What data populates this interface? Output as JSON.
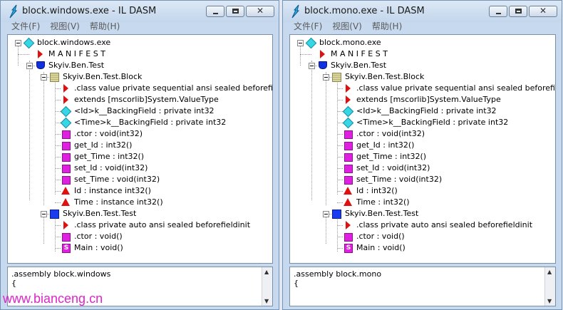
{
  "windows": [
    {
      "title": "block.windows.exe - IL DASM",
      "menu": [
        "文件(F)",
        "视图(V)",
        "帮助(H)"
      ],
      "tree": [
        {
          "label": "block.windows.exe",
          "icon": "diamond"
        },
        {
          "label": "M A N I F E S T",
          "icon": "tri-right"
        },
        {
          "label": "Skyiv.Ben.Test",
          "icon": "namespace"
        },
        {
          "label": "Skyiv.Ben.Test.Block",
          "icon": "class"
        },
        {
          "label": ".class value private sequential ansi sealed beforefieldinit",
          "icon": "tri-right"
        },
        {
          "label": "extends [mscorlib]System.ValueType",
          "icon": "tri-right"
        },
        {
          "label": "<Id>k__BackingField : private int32",
          "icon": "diamond"
        },
        {
          "label": "<Time>k__BackingField : private int32",
          "icon": "diamond"
        },
        {
          "label": ".ctor : void(int32)",
          "icon": "method"
        },
        {
          "label": "get_Id : int32()",
          "icon": "method"
        },
        {
          "label": "get_Time : int32()",
          "icon": "method"
        },
        {
          "label": "set_Id : void(int32)",
          "icon": "method"
        },
        {
          "label": "set_Time : void(int32)",
          "icon": "method"
        },
        {
          "label": "Id : instance int32()",
          "icon": "property"
        },
        {
          "label": "Time : instance int32()",
          "icon": "property"
        },
        {
          "label": "Skyiv.Ben.Test.Test",
          "icon": "class-blue"
        },
        {
          "label": ".class private auto ansi sealed beforefieldinit",
          "icon": "tri-right"
        },
        {
          "label": ".ctor : void()",
          "icon": "method"
        },
        {
          "label": "Main : void()",
          "icon": "static-method"
        }
      ],
      "bottom_lines": ".assembly block.windows\n{"
    },
    {
      "title": "block.mono.exe - IL DASM",
      "menu": [
        "文件(F)",
        "视图(V)",
        "帮助(H)"
      ],
      "tree": [
        {
          "label": "block.mono.exe",
          "icon": "diamond"
        },
        {
          "label": "M A N I F E S T",
          "icon": "tri-right"
        },
        {
          "label": "Skyiv.Ben.Test",
          "icon": "namespace"
        },
        {
          "label": "Skyiv.Ben.Test.Block",
          "icon": "class"
        },
        {
          "label": ".class value private sequential ansi sealed beforefieldinit",
          "icon": "tri-right"
        },
        {
          "label": "extends [mscorlib]System.ValueType",
          "icon": "tri-right"
        },
        {
          "label": "<Id>k__BackingField : private int32",
          "icon": "diamond"
        },
        {
          "label": "<Time>k__BackingField : private int32",
          "icon": "diamond"
        },
        {
          "label": ".ctor : void(int32)",
          "icon": "method"
        },
        {
          "label": "get_Id : int32()",
          "icon": "method"
        },
        {
          "label": "get_Time : int32()",
          "icon": "method"
        },
        {
          "label": "set_Id : void(int32)",
          "icon": "method"
        },
        {
          "label": "set_Time : void(int32)",
          "icon": "method"
        },
        {
          "label": "Id : int32()",
          "icon": "property"
        },
        {
          "label": "Time : int32()",
          "icon": "property"
        },
        {
          "label": "Skyiv.Ben.Test.Test",
          "icon": "class-blue"
        },
        {
          "label": ".class private auto ansi sealed beforefieldinit",
          "icon": "tri-right"
        },
        {
          "label": ".ctor : void()",
          "icon": "method"
        },
        {
          "label": "Main : void()",
          "icon": "static-method"
        }
      ],
      "bottom_lines": ".assembly block.mono\n{"
    }
  ],
  "watermark": "www.bianceng.cn",
  "colors": {
    "accent_pink": "#e024c8",
    "field_cyan": "#36d6e6",
    "method_magenta": "#e020e0",
    "marker_red": "#e01010"
  }
}
